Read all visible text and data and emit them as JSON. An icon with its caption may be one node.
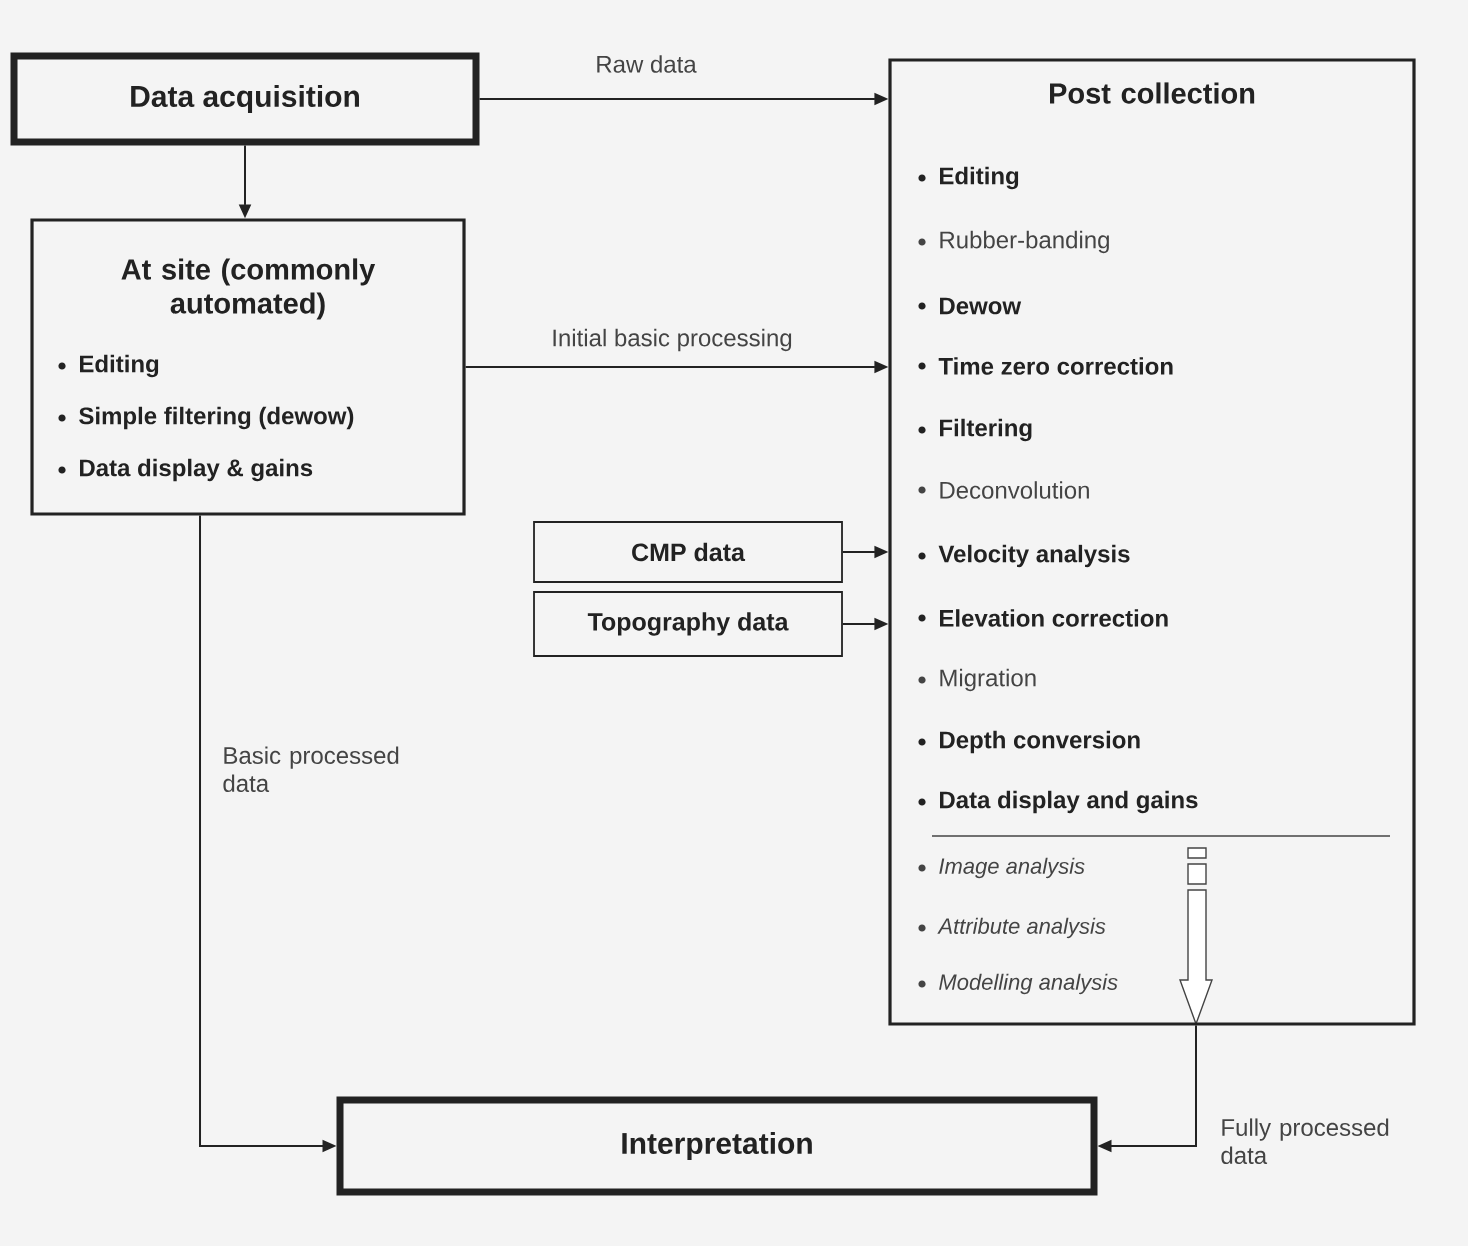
{
  "diagram": {
    "nodes": [
      {
        "text": [
          "Data acquisition"
        ]
      },
      {
        "text": [
          "At site (commonly automated)",
          "Editing",
          "Simple filtering (dewow)",
          "Data display & gains"
        ]
      },
      {
        "text": [
          "Post collection",
          "Editing",
          "Rubber-banding",
          "Dewow",
          "Time zero correction",
          "Filtering",
          "Deconvolution",
          "Velocity analysis",
          "Elevation correction",
          "Migration",
          "Depth conversion",
          "Data display and gains",
          "Image analysis",
          "Attribute analysis",
          "Modelling analysis"
        ]
      },
      {
        "text": [
          "CMP data"
        ]
      },
      {
        "text": [
          "Topography data"
        ]
      },
      {
        "text": [
          "Interpretation"
        ]
      }
    ],
    "edges": [
      {
        "from": 0,
        "to": 1,
        "arrow": "to"
      },
      {
        "from": 0,
        "to": 2,
        "arrow": "to",
        "label": "Raw data"
      },
      {
        "from": 1,
        "to": 2,
        "arrow": "to",
        "label": "Initial basic processing"
      },
      {
        "from": 3,
        "to": 2,
        "arrow": "to"
      },
      {
        "from": 4,
        "to": 2,
        "arrow": "to"
      },
      {
        "from": 1,
        "to": 5,
        "arrow": "to",
        "label": "Basic processed data"
      },
      {
        "from": 2,
        "to": 5,
        "arrow": "to",
        "label": "Fully processed data"
      }
    ]
  }
}
